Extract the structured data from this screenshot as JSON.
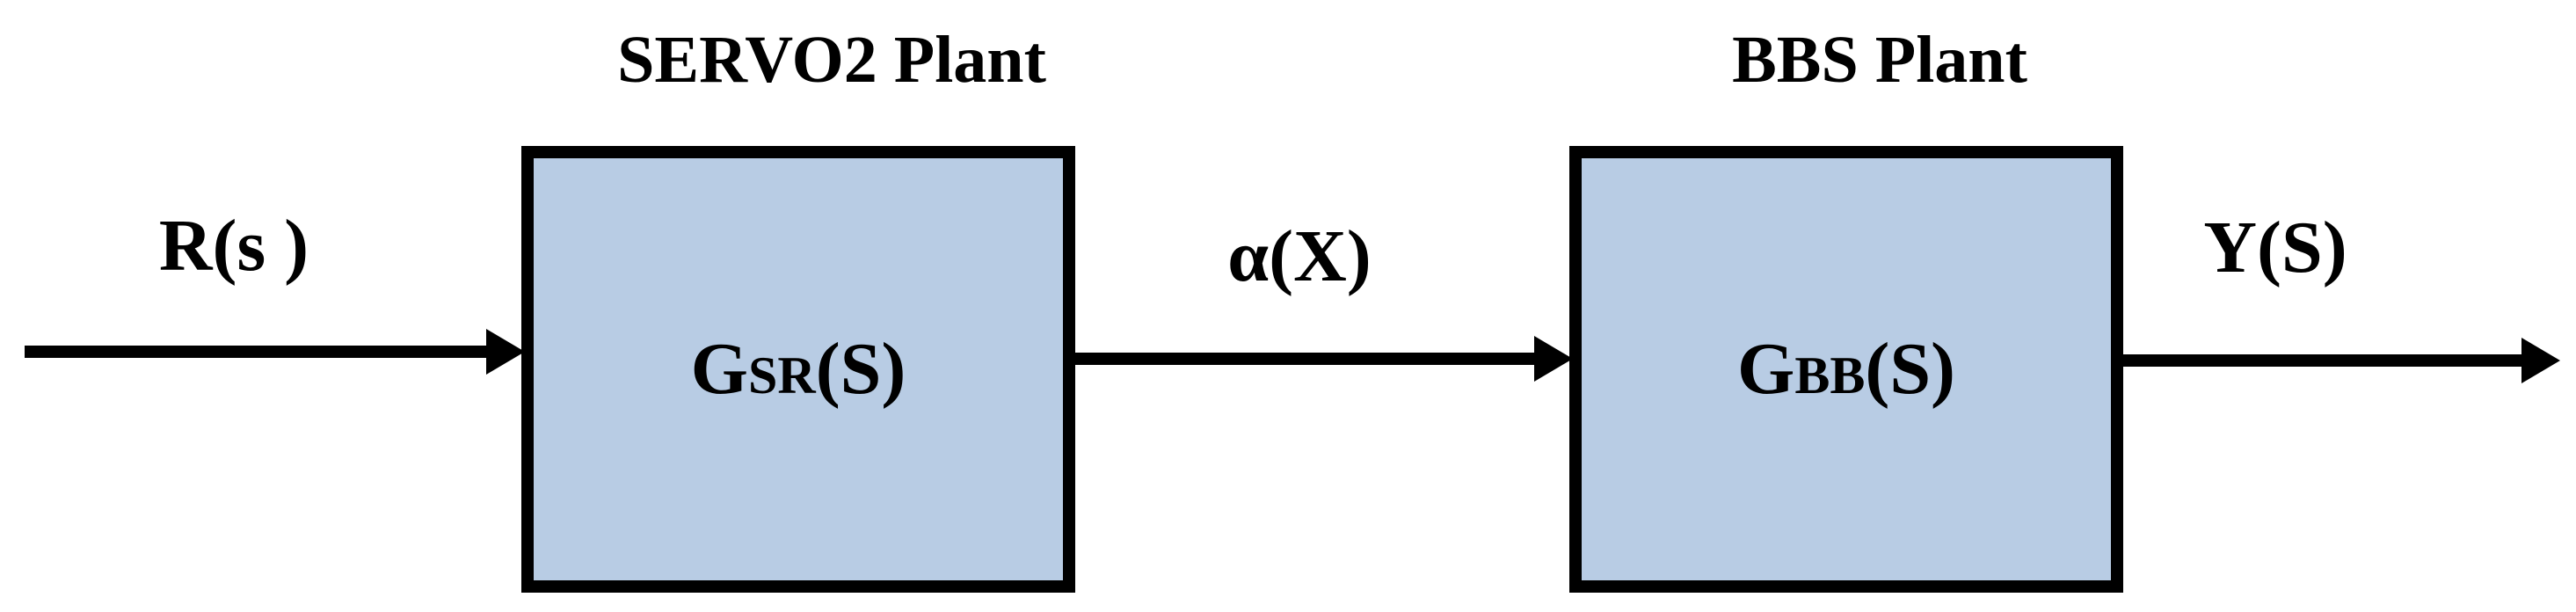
{
  "colors": {
    "block_fill": "#b8cce4",
    "line": "#000000",
    "text": "#000000"
  },
  "blocks": [
    {
      "id": "servo2",
      "title": "SERVO2 Plant",
      "function_main": "G",
      "function_sub": "SR",
      "function_arg": "(S)"
    },
    {
      "id": "bbs",
      "title": "BBS Plant",
      "function_main": "G",
      "function_sub": "BB",
      "function_arg": "(S)"
    }
  ],
  "signals": {
    "input": "R(s )",
    "intermediate": "α(X)",
    "output": "Y(S)"
  }
}
